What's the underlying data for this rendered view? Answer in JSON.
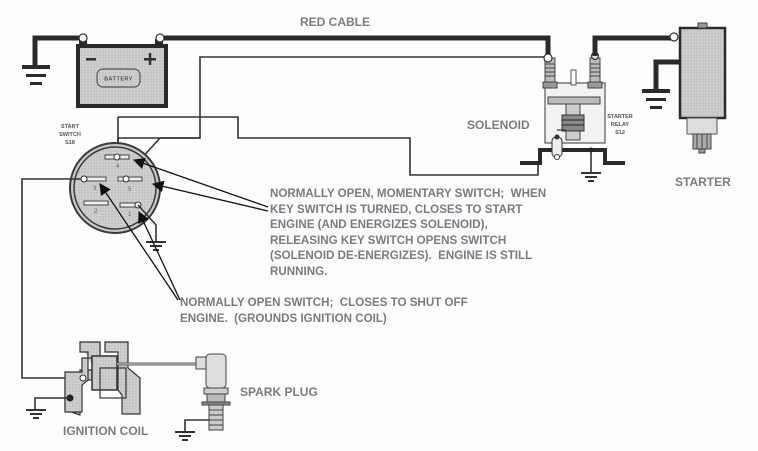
{
  "diagram": {
    "title": "Riding mower starting and ignition circuit",
    "labels": {
      "red_cable": "RED CABLE",
      "solenoid": "SOLENOID",
      "starter": "STARTER",
      "spark_plug": "SPARK PLUG",
      "ignition_coil": "IGNITION COIL"
    },
    "components": {
      "battery": {
        "label": "BATTERY",
        "neg": "−",
        "pos": "+"
      },
      "start_switch": {
        "line1": "START",
        "line2": "SWITCH",
        "line3": "S18",
        "pins": [
          "4",
          "3",
          "5",
          "2",
          "1"
        ]
      },
      "starter_relay": {
        "line1": "STARTER",
        "line2": "RELAY",
        "line3": "S12"
      }
    },
    "notes": {
      "momentary": "NORMALLY OPEN, MOMENTARY SWITCH;  WHEN\nKEY SWITCH IS TURNED, CLOSES TO START\nENGINE (AND ENERGIZES SOLENOID),\nRELEASING KEY SWITCH OPENS SWITCH\n(SOLENOID DE-ENERGIZES).  ENGINE IS STILL\nRUNNING.",
      "kill": "NORMALLY OPEN SWITCH;  CLOSES TO SHUT OFF\nENGINE.  (GROUNDS IGNITION COIL)"
    },
    "colors": {
      "wire": "#2a2a2a",
      "label": "#7a7a82",
      "fill": "#c9c9c9"
    }
  }
}
